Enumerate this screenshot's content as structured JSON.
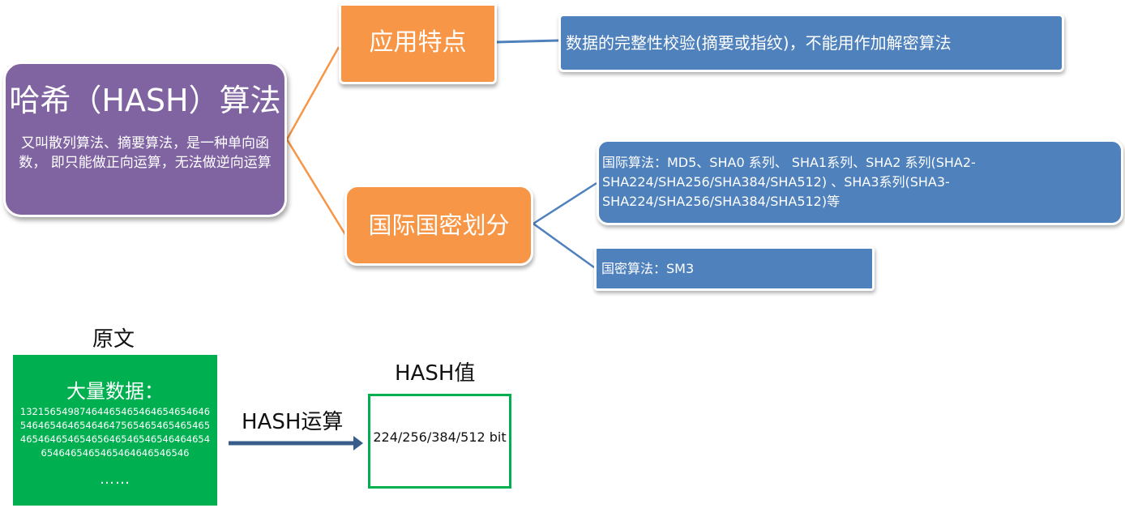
{
  "root": {
    "title": "哈希（HASH）算法",
    "description": "又叫散列算法、摘要算法，是一种单向函数， 即只能做正向运算，无法做逆向运算"
  },
  "app_node": {
    "label": "应用特点",
    "detail": "数据的完整性校验(摘要或指纹)，不能用作加解密算法"
  },
  "split_node": {
    "label": "国际国密划分",
    "international": "国际算法：MD5、SHA0 系列、 SHA1系列、SHA2 系列(SHA2-SHA224/SHA256/SHA384/SHA512) 、SHA3系列(SHA3-SHA224/SHA256/SHA384/SHA512)等",
    "national": "国密算法：SM3"
  },
  "flow": {
    "source_label": "原文",
    "data_title": "大量数据：",
    "data_digits": "1321565498746446546546465465464654646546465464647565465465465465465464654654656465465465464646546546465465465464646546546",
    "data_ellipsis": "……",
    "operation_label": "HASH运算",
    "result_label": "HASH值",
    "result_value": "224/256/384/512 bit"
  },
  "colors": {
    "root": "#8064a2",
    "orange": "#f79646",
    "blue": "#4f81bd",
    "green": "#00b050",
    "arrow": "#385d8a"
  }
}
